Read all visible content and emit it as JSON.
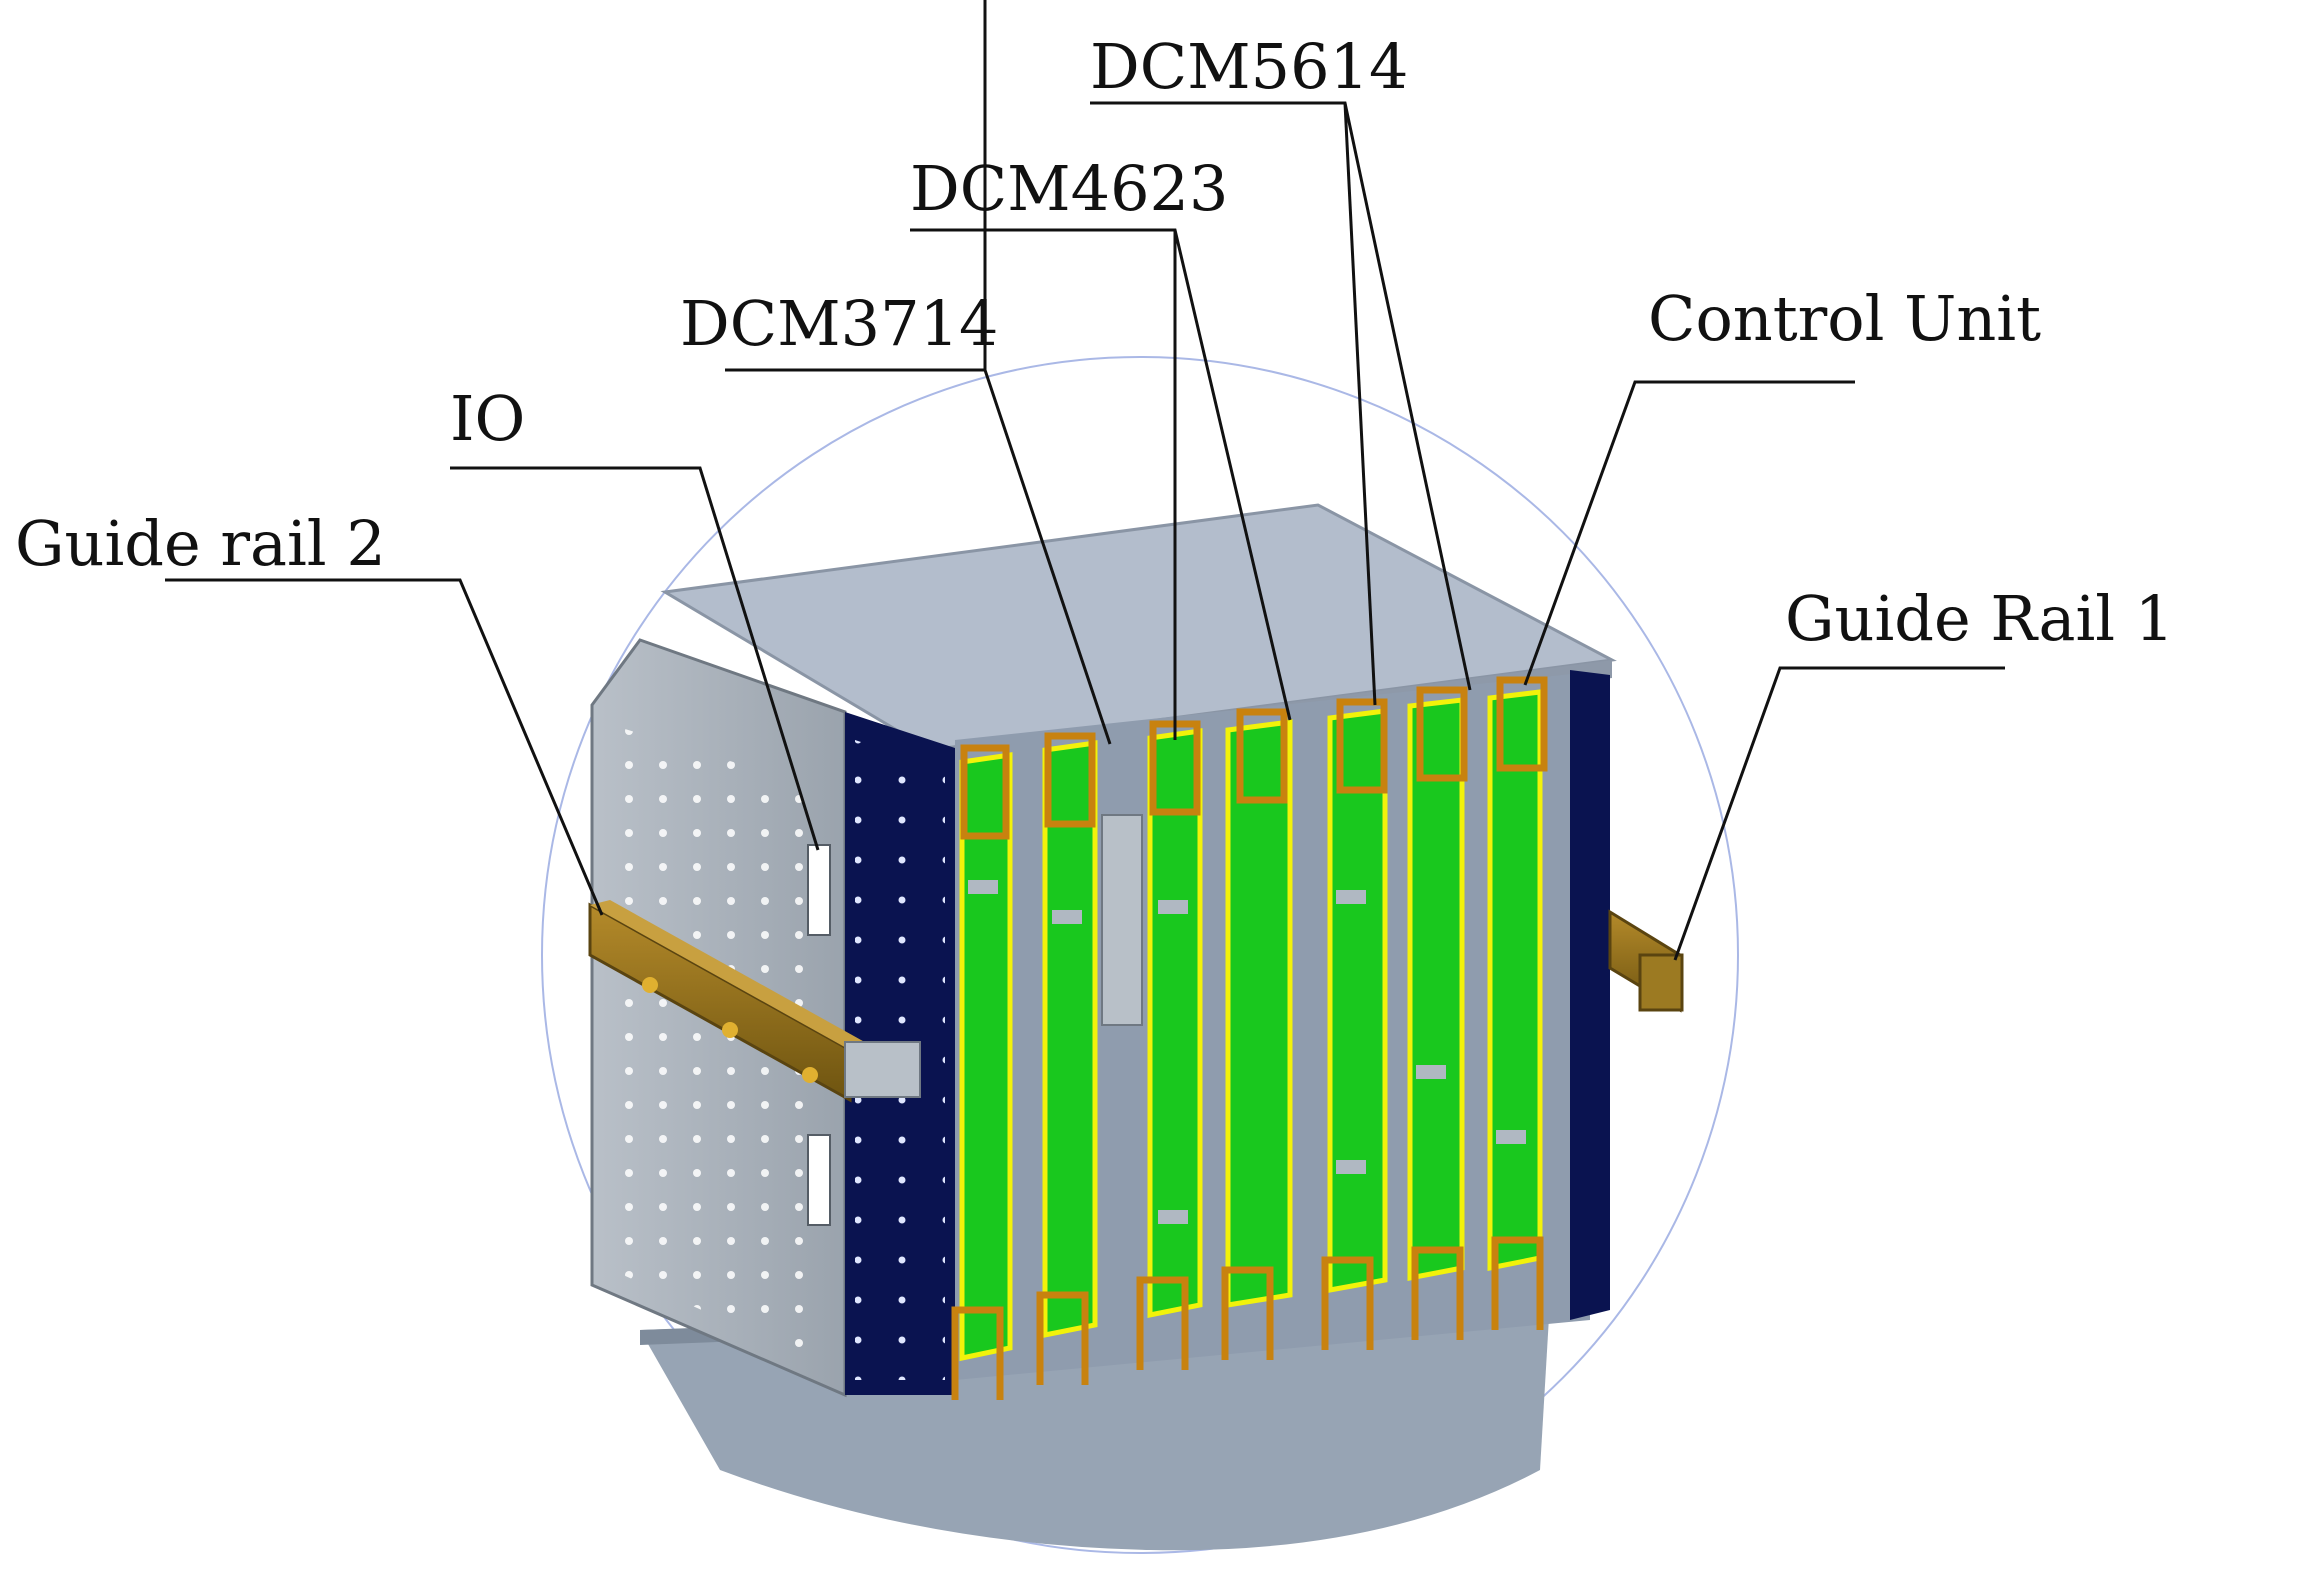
{
  "labels": {
    "guide_rail_2": "Guide rail 2",
    "io": "IO",
    "dcm3714": "DCM3714",
    "dcm4623": "DCM4623",
    "dcm5614": "DCM5614",
    "control_unit": "Control Unit",
    "guide_rail_1": "Guide Rail 1"
  },
  "colors": {
    "pcb_green": "#19c81e",
    "pcb_edge_yellow": "#f2f20a",
    "connector_brown": "#c8820f",
    "rail_bronze": "#8c6d1c",
    "panel_navy": "#0a1350",
    "chassis_grey": "#aab4c4",
    "guide_circle": "#aab8e6"
  }
}
